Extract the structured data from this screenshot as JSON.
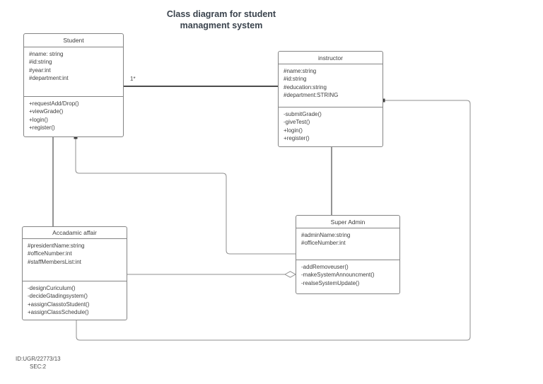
{
  "title": "Class diagram for student\nmanagment system",
  "classes": {
    "student": {
      "name": "Student",
      "attributes": [
        "#name: string",
        "#id:string",
        "#year:int",
        "#department:int"
      ],
      "methods": [
        "+requestAdd/Drop()",
        "+viewGrade()",
        "+login()",
        "+register()"
      ]
    },
    "instructor": {
      "name": "instructor",
      "attributes": [
        "#name:string",
        "#id:string",
        "#education:string",
        "#department:STRING"
      ],
      "methods": [
        "-submitGrade()",
        "-giveTest()",
        "+login()",
        "+register()"
      ]
    },
    "super_admin": {
      "name": "Super Admin",
      "attributes": [
        "#adminName:string",
        "#officeNumber:int"
      ],
      "methods": [
        "-addRemoveuser()",
        "-makeSystemAnnouncment()",
        "-realseSystemUpdate()"
      ]
    },
    "academic_affair": {
      "name": "Accadamic affair",
      "attributes": [
        "#presidentName:string",
        "#officeNumber:int",
        "#staffMembersList:int"
      ],
      "methods": [
        "-designCuriculum()",
        "-decideGtadingsystem()",
        "+assignClasstoStudent()",
        "+assignClassSchedule()"
      ]
    }
  },
  "relations": {
    "student_instructor": {
      "multiplicity": "1*"
    }
  },
  "footer": {
    "line1": "ID:UGR/22773/13",
    "line2": "SEC:2"
  },
  "colors": {
    "box_border": "#848484",
    "edge_dark": "#4c4c4c",
    "edge_light": "#8f8f8f",
    "title_text": "#3a434d",
    "body_text": "#404040"
  }
}
